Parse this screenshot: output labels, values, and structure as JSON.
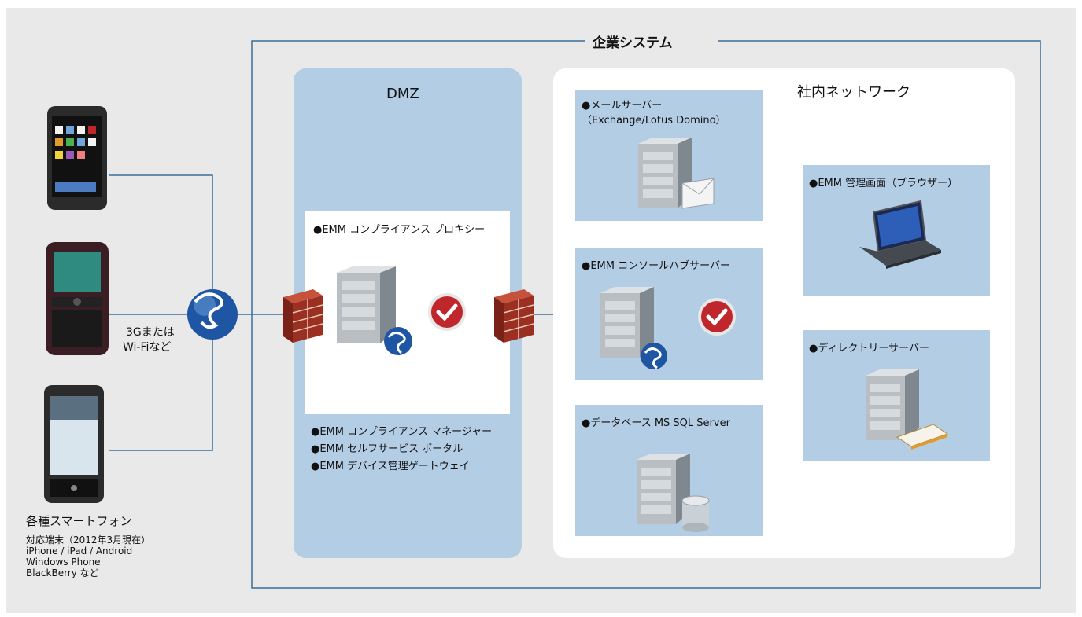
{
  "enterprise": {
    "title": "企業システム"
  },
  "dmz": {
    "title": "DMZ",
    "proxy_label": "●EMM コンプライアンス プロキシー",
    "services": [
      "●EMM コンプライアンス マネージャー",
      "●EMM セルフサービス ポータル",
      "●EMM デバイス管理ゲートウェイ"
    ]
  },
  "internal": {
    "title": "社内ネットワーク",
    "mail_server": {
      "line1": "●メールサーバー",
      "line2": "（Exchange/Lotus Domino）"
    },
    "console_server": "●EMM コンソールハブサーバー",
    "database": "●データベース MS SQL Server",
    "admin_console": "●EMM 管理画面（ブラウザー）",
    "directory_server": "●ディレクトリーサーバー"
  },
  "network": {
    "line1": "3Gまたは",
    "line2": "Wi-Fiなど"
  },
  "devices": {
    "title": "各種スマートフォン",
    "details": [
      "対応端末（2012年3月現在）",
      "iPhone / iPad / Android",
      "Windows Phone",
      "BlackBerry  など"
    ]
  },
  "colors": {
    "background": "#e8e9e8",
    "dmz_panel": "#b3cde5",
    "internal_panel": "#ffffff",
    "server_box": "#b3cde5",
    "line": "#3a6f9a",
    "check": "#c0272d",
    "firewall": "#9b2f22"
  }
}
